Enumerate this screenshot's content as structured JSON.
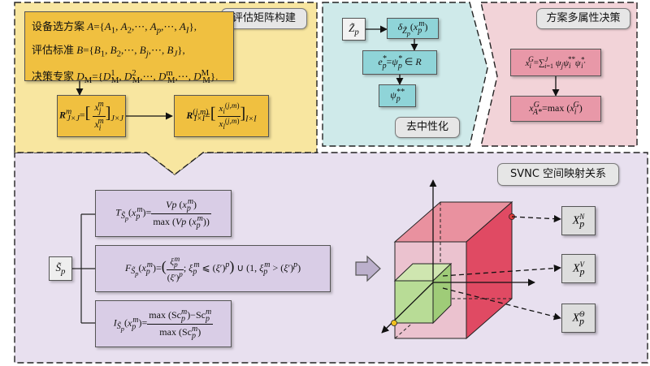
{
  "panels": {
    "matrix": {
      "label": "评估矩阵构建",
      "lines": [
        "设备选方案 A={A₁, A₂,⋯, Aₚ,⋯, A_I},",
        "评估标准 B={B₁, B₂,⋯, Bⱼ,⋯, B_J},",
        "决策专家 D_M={D¹_M, D²_M,⋯, Dᵐ_M,⋯, Dᴹ_M}."
      ],
      "formula_left": "R^m_{J×J} = [ x^m_j / x^m_i ]_{J×J}",
      "formula_right": "R^{(j,m)}_{I×I} = [ x^{(j,m)}_i / x^{(j,m)}_l ]_{I×I}"
    },
    "decentral": {
      "label": "去中性化",
      "node1": "Z̃ₚ",
      "node2": "δ_{Z̃ₚ}(xₚᵐ)",
      "node3": "e*ₚ=ψ*ₚ ∈ R",
      "node4": "ψₚ**"
    },
    "decision": {
      "label": "方案多属性决策",
      "formula1": "xᵢᴳ = Σⱼ ψⱼ ψⱼ** ψ*ᵢ",
      "formula2": "x^G_{A*} = max (xᵢᴳ)"
    },
    "svnc": {
      "label": "SVNC 空间映射关系",
      "root": "S̃ₚ",
      "t_formula": "T_{S̃ₚ}(xₚᵐ) = Vp(xₚᵐ) / max(Vp(xₚᵐ))",
      "f_formula": "F_{S̃ₚ}(xₚᵐ) = (ξₚᵐ/(ξ')ᵖ ; ξₚᵐ ≤ (ξ')ᵖ) ∪ (1, ξₚᵐ > (ξ')ᵖ)",
      "i_formula": "I_{S̃ₚ}(xₚᵐ) = (max(Scₚᵐ) − Scₚᵐ) / max(Scₚᵐ)",
      "outputs": [
        "Xₚᴺ",
        "Xₚⱽ",
        "Xₚᶿ"
      ]
    }
  },
  "colors": {
    "yellow_panel": "#f8e6a0",
    "teal_panel": "#cfeaea",
    "pink_panel": "#f2d3d8",
    "lavender_panel": "#e8e0ef",
    "yellow_box": "#f0c040",
    "teal_box": "#8fd4d8",
    "pink_box": "#e898a8",
    "cube_red": "#e03c5a",
    "cube_green": "#b8dc96"
  }
}
